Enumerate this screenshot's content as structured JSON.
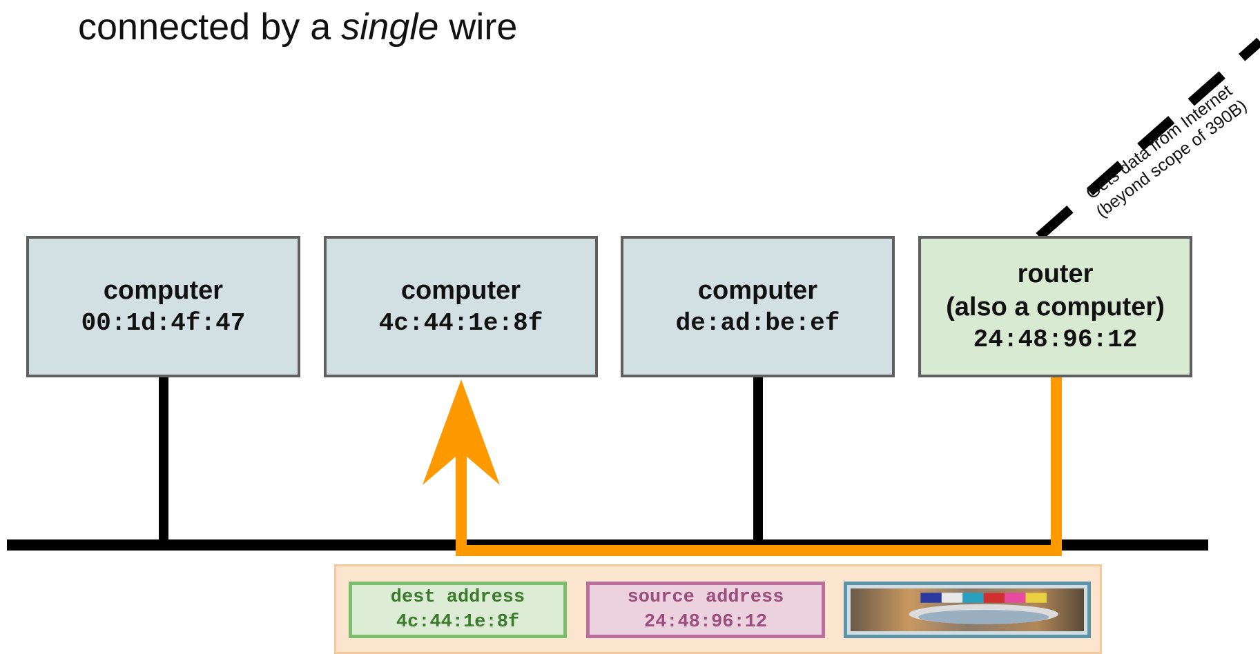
{
  "title": {
    "prefix": "connected by a",
    "emphasis": "single",
    "suffix": "wire"
  },
  "nodes": [
    {
      "kind": "computer",
      "mac": "00:1d:4f:47"
    },
    {
      "kind": "computer",
      "mac": "4c:44:1e:8f"
    },
    {
      "kind": "computer",
      "mac": "de:ad:be:ef"
    },
    {
      "kind": "router",
      "kind_note": "(also a computer)",
      "mac": "24:48:96:12"
    }
  ],
  "internet_note": {
    "line1": "Gets data from Internet",
    "line2": "(beyond scope of 390B)"
  },
  "packet": {
    "dest_label": "dest address",
    "dest_value": "4c:44:1e:8f",
    "source_label": "source address",
    "source_value": "24:48:96:12",
    "payload_icon": "photo-thumbnail"
  },
  "colors": {
    "computer_fill": "#d2e0e4",
    "router_fill": "#d9ead2",
    "box_border": "#5f5f5f",
    "wire": "#000000",
    "signal_path": "#ff9900",
    "packet_fill": "#fbe5cf",
    "dest_border": "#7cbd6e",
    "source_border": "#bb6d9c",
    "payload_border": "#5d94a8"
  }
}
